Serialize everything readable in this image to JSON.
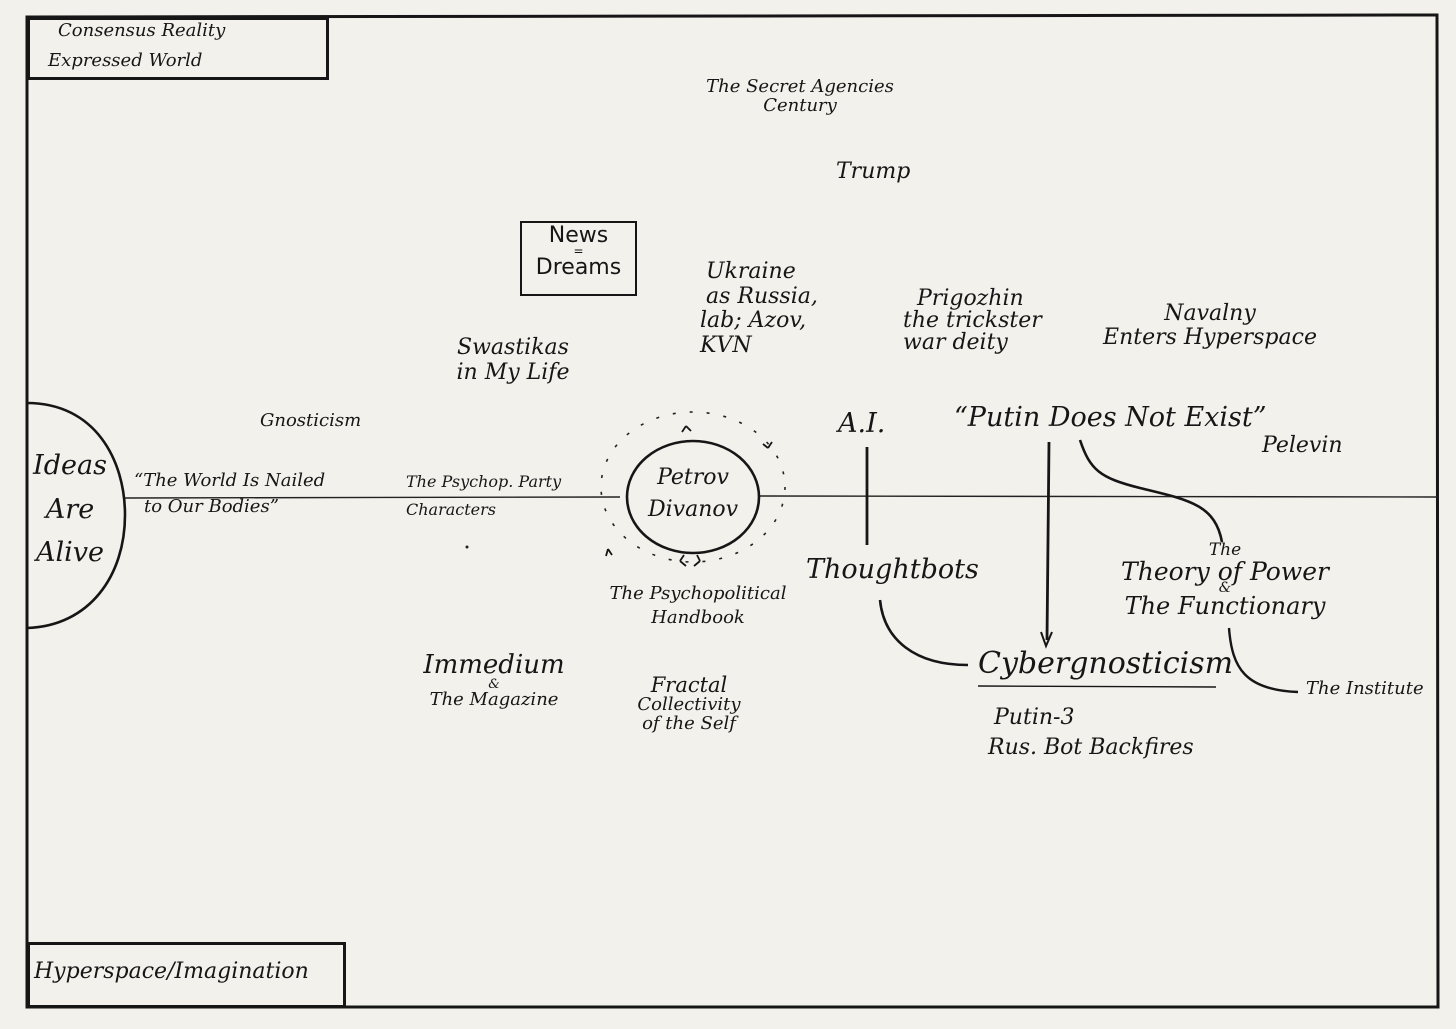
{
  "corner_top_left": [
    "Consensus Reality",
    "Expressed World"
  ],
  "corner_bottom_left": "Hyperspace/Imagination",
  "ideas_are_alive": [
    "Ideas",
    "Are",
    "Alive"
  ],
  "secret_agencies": [
    "The Secret Agencies",
    "Century"
  ],
  "trump": "Trump",
  "news_dreams": [
    "News",
    "=",
    "Dreams"
  ],
  "ukraine": [
    "Ukraine",
    "as Russia,",
    "lab; Azov,",
    "KVN"
  ],
  "prigozhin": [
    "Prigozhin",
    "the trickster",
    "war deity"
  ],
  "navalny": [
    "Navalny",
    "Enters Hyperspace"
  ],
  "swastikas": [
    "Swastikas",
    "in My Life"
  ],
  "gnosticism": "Gnosticism",
  "world_nailed": [
    "“The World Is Nailed",
    "to Our Bodies”"
  ],
  "psychop_party": [
    "The Psychop. Party",
    "Characters"
  ],
  "petrov": [
    "Petrov",
    "Divanov"
  ],
  "psychopolitical_handbook": [
    "The Psychopolitical",
    "Handbook"
  ],
  "ai": "A.I.",
  "putin_not_exist": "“Putin Does Not Exist”",
  "pelevin": "Pelevin",
  "thoughtbots": "Thoughtbots",
  "theory_of_power": [
    "The",
    "Theory of Power",
    "&",
    "The Functionary"
  ],
  "cybergnosticism": "Cybergnosticism",
  "putin3": [
    "Putin-3",
    "Rus. Bot Backfires"
  ],
  "institute": "The Institute",
  "immedium": [
    "Immedium",
    "&",
    "The Magazine"
  ],
  "fractal": [
    "Fractal",
    "Collectivity",
    "of the Self"
  ]
}
